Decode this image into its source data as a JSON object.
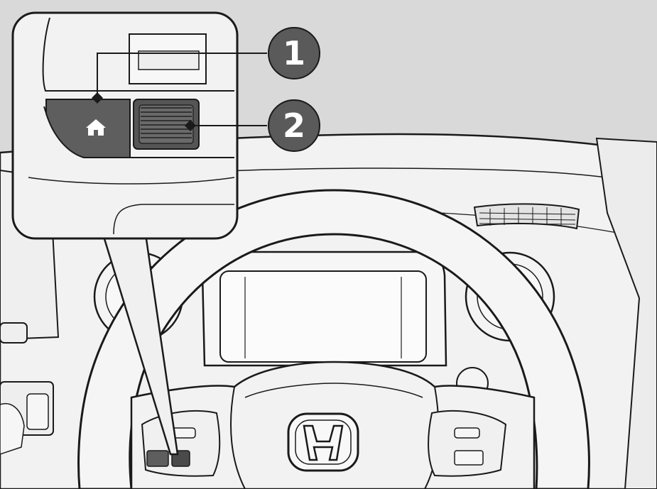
{
  "callouts": [
    {
      "number": "1",
      "target": "home-button"
    },
    {
      "number": "2",
      "target": "thumb-wheel"
    }
  ],
  "icons": {
    "home": "home-icon",
    "brand": "honda-logo"
  },
  "colors": {
    "background": "#d9d9d9",
    "panel": "#f2f2f2",
    "line": "#1a1a1a",
    "button_dark": "#5e5e5e",
    "callout_fill": "#5a5a5a",
    "callout_text": "#ffffff"
  }
}
